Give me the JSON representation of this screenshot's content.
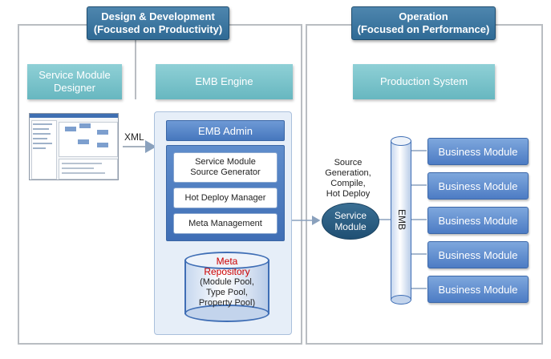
{
  "sections": {
    "design": {
      "header": "Design & Development\n(Focused on Productivity)"
    },
    "operation": {
      "header": "Operation\n(Focused on Performance)"
    }
  },
  "boxes": {
    "service_module_designer": "Service Module\nDesigner",
    "emb_engine": "EMB Engine",
    "production_system": "Production System",
    "emb_admin": "EMB Admin",
    "source_generator": "Service Module\nSource Generator",
    "hot_deploy_manager": "Hot Deploy Manager",
    "meta_management": "Meta Management",
    "service_module": "Service\nModule",
    "emb_bus": "EMB"
  },
  "repository": {
    "title": "Meta\nRepository",
    "details": "(Module Pool,\nType Pool,\nProperty Pool)"
  },
  "labels": {
    "xml": "XML",
    "source_generation": "Source\nGeneration,\nCompile,\nHot Deploy"
  },
  "business_modules": [
    "Business Module",
    "Business Module",
    "Business Module",
    "Business Module",
    "Business Module"
  ],
  "colors": {
    "header": "#3a76a0",
    "teal": "#7cc4cb",
    "blue": "#5a87c9",
    "meta_red": "#cc0000"
  }
}
